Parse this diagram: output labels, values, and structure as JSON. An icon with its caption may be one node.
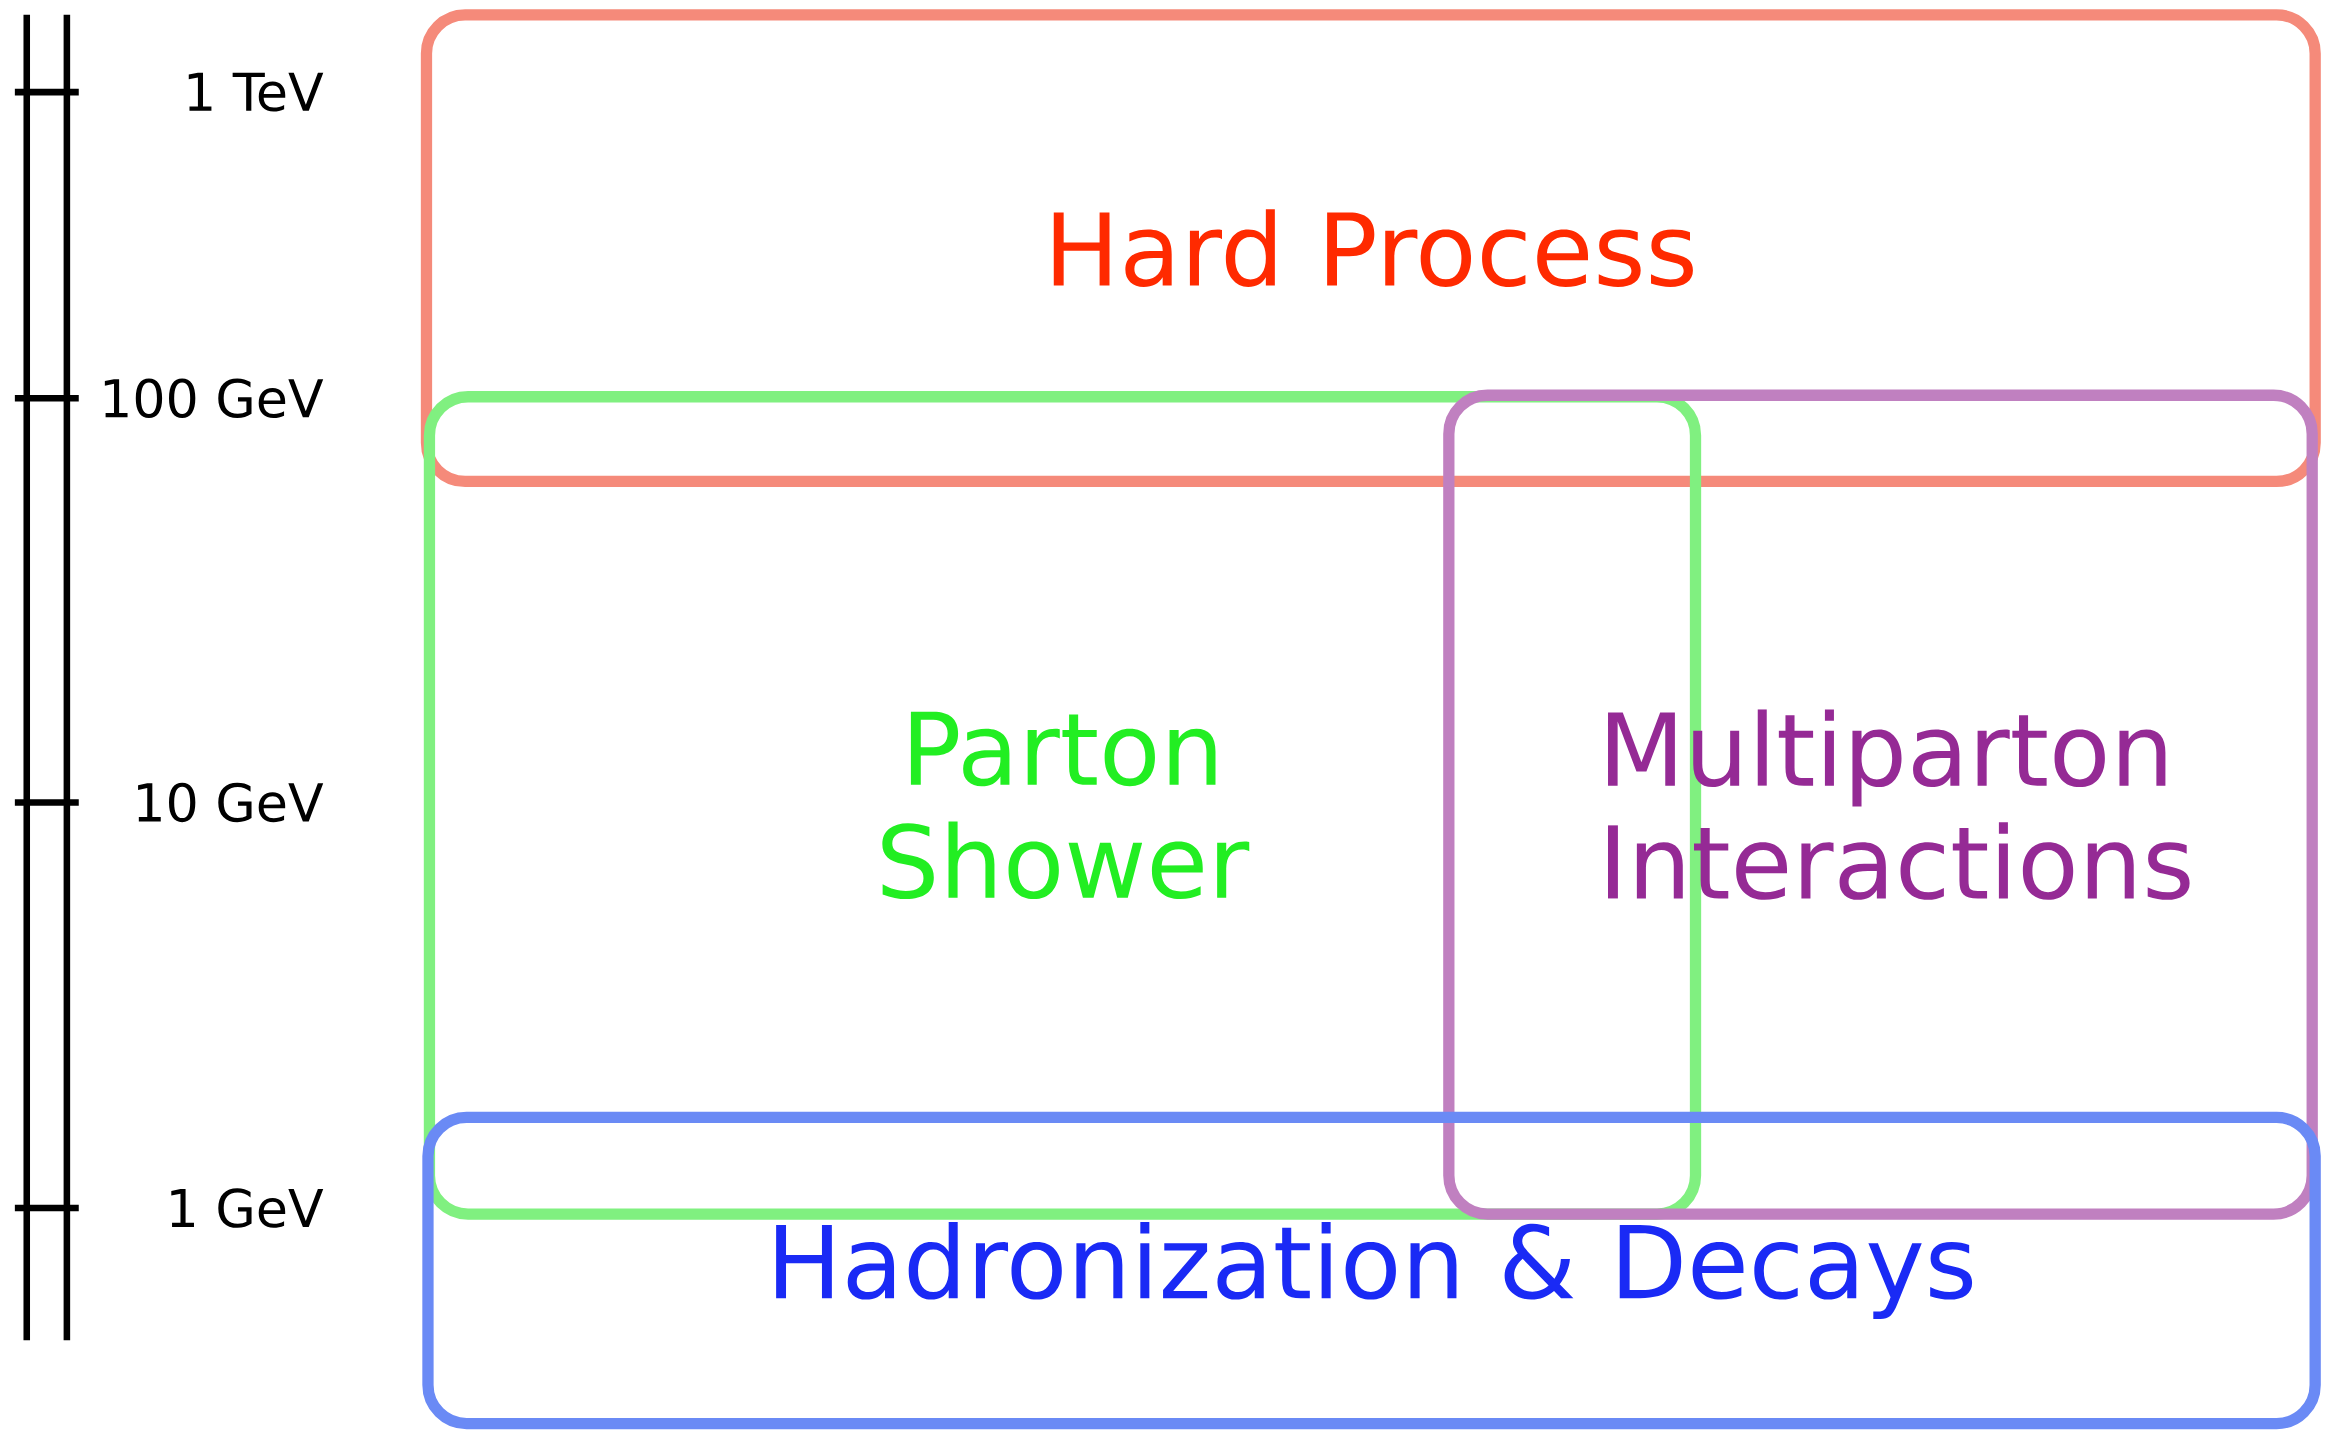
{
  "diagram": {
    "nodes": [
      {
        "text": [
          "Hard Process"
        ]
      },
      {
        "text": [
          "Parton Shower"
        ]
      },
      {
        "text": [
          "Multiparton Interactions"
        ]
      },
      {
        "text": [
          "Hadronization & Decays"
        ]
      }
    ],
    "labels": [
      "1 TeV",
      "100 GeV",
      "10 GeV",
      "1 GeV"
    ]
  }
}
